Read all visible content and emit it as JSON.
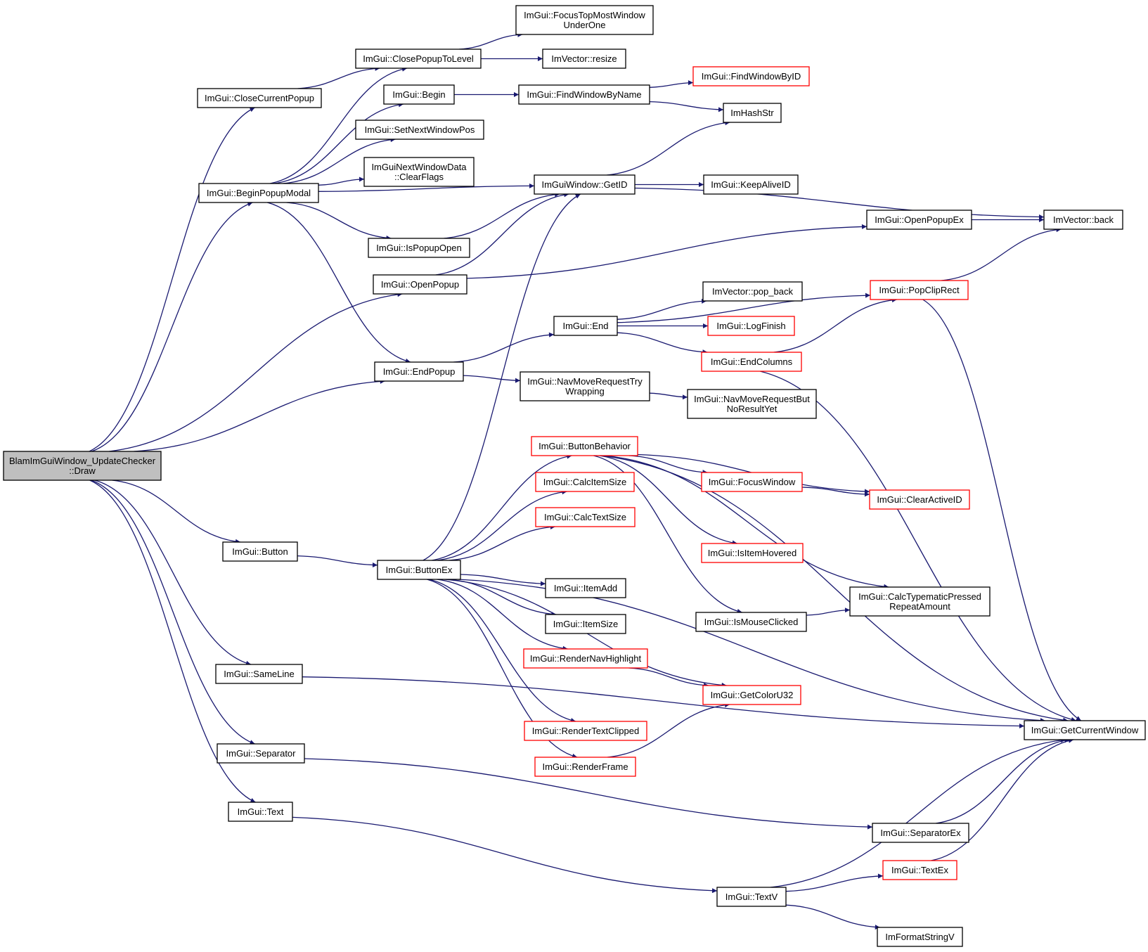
{
  "nodes": [
    {
      "id": "root",
      "lines": [
        "BlamImGuiWindow_UpdateChecker",
        "::Draw"
      ],
      "style": "root"
    },
    {
      "id": "closeCurrentPopup",
      "lines": [
        "ImGui::CloseCurrentPopup"
      ],
      "style": "normal"
    },
    {
      "id": "beginPopupModal",
      "lines": [
        "ImGui::BeginPopupModal"
      ],
      "style": "normal"
    },
    {
      "id": "openPopup",
      "lines": [
        "ImGui::OpenPopup"
      ],
      "style": "normal"
    },
    {
      "id": "endPopup",
      "lines": [
        "ImGui::EndPopup"
      ],
      "style": "normal"
    },
    {
      "id": "button",
      "lines": [
        "ImGui::Button"
      ],
      "style": "normal"
    },
    {
      "id": "sameLine",
      "lines": [
        "ImGui::SameLine"
      ],
      "style": "normal"
    },
    {
      "id": "separator",
      "lines": [
        "ImGui::Separator"
      ],
      "style": "normal"
    },
    {
      "id": "text",
      "lines": [
        "ImGui::Text"
      ],
      "style": "normal"
    },
    {
      "id": "closePopupToLevel",
      "lines": [
        "ImGui::ClosePopupToLevel"
      ],
      "style": "normal"
    },
    {
      "id": "focusTopMost",
      "lines": [
        "ImGui::FocusTopMostWindow",
        "UnderOne"
      ],
      "style": "normal"
    },
    {
      "id": "resize",
      "lines": [
        "ImVector::resize"
      ],
      "style": "normal"
    },
    {
      "id": "begin",
      "lines": [
        "ImGui::Begin"
      ],
      "style": "normal"
    },
    {
      "id": "findWindowByName",
      "lines": [
        "ImGui::FindWindowByName"
      ],
      "style": "normal"
    },
    {
      "id": "findWindowByID",
      "lines": [
        "ImGui::FindWindowByID"
      ],
      "style": "red"
    },
    {
      "id": "imHashStr",
      "lines": [
        "ImHashStr"
      ],
      "style": "normal"
    },
    {
      "id": "setNextWindowPos",
      "lines": [
        "ImGui::SetNextWindowPos"
      ],
      "style": "normal"
    },
    {
      "id": "clearFlags",
      "lines": [
        "ImGuiNextWindowData",
        "::ClearFlags"
      ],
      "style": "normal"
    },
    {
      "id": "getID",
      "lines": [
        "ImGuiWindow::GetID"
      ],
      "style": "normal"
    },
    {
      "id": "keepAliveID",
      "lines": [
        "ImGui::KeepAliveID"
      ],
      "style": "normal"
    },
    {
      "id": "vecBack",
      "lines": [
        "ImVector::back"
      ],
      "style": "normal"
    },
    {
      "id": "openPopupEx",
      "lines": [
        "ImGui::OpenPopupEx"
      ],
      "style": "normal"
    },
    {
      "id": "isPopupOpen",
      "lines": [
        "ImGui::IsPopupOpen"
      ],
      "style": "normal"
    },
    {
      "id": "popClipRect",
      "lines": [
        "ImGui::PopClipRect"
      ],
      "style": "red"
    },
    {
      "id": "end",
      "lines": [
        "ImGui::End"
      ],
      "style": "normal"
    },
    {
      "id": "popBack",
      "lines": [
        "ImVector::pop_back"
      ],
      "style": "normal"
    },
    {
      "id": "logFinish",
      "lines": [
        "ImGui::LogFinish"
      ],
      "style": "red"
    },
    {
      "id": "endColumns",
      "lines": [
        "ImGui::EndColumns"
      ],
      "style": "red"
    },
    {
      "id": "navMoveTryWrap",
      "lines": [
        "ImGui::NavMoveRequestTry",
        "Wrapping"
      ],
      "style": "normal"
    },
    {
      "id": "navMoveButNoResult",
      "lines": [
        "ImGui::NavMoveRequestBut",
        "NoResultYet"
      ],
      "style": "normal"
    },
    {
      "id": "buttonBehavior",
      "lines": [
        "ImGui::ButtonBehavior"
      ],
      "style": "red"
    },
    {
      "id": "calcItemSize",
      "lines": [
        "ImGui::CalcItemSize"
      ],
      "style": "red"
    },
    {
      "id": "calcTextSize",
      "lines": [
        "ImGui::CalcTextSize"
      ],
      "style": "red"
    },
    {
      "id": "focusWindow",
      "lines": [
        "ImGui::FocusWindow"
      ],
      "style": "red"
    },
    {
      "id": "clearActiveID",
      "lines": [
        "ImGui::ClearActiveID"
      ],
      "style": "red"
    },
    {
      "id": "isItemHovered",
      "lines": [
        "ImGui::IsItemHovered"
      ],
      "style": "red"
    },
    {
      "id": "buttonEx",
      "lines": [
        "ImGui::ButtonEx"
      ],
      "style": "normal"
    },
    {
      "id": "itemAdd",
      "lines": [
        "ImGui::ItemAdd"
      ],
      "style": "normal"
    },
    {
      "id": "itemSize",
      "lines": [
        "ImGui::ItemSize"
      ],
      "style": "normal"
    },
    {
      "id": "calcTypematic",
      "lines": [
        "ImGui::CalcTypematicPressed",
        "RepeatAmount"
      ],
      "style": "normal"
    },
    {
      "id": "isMouseClicked",
      "lines": [
        "ImGui::IsMouseClicked"
      ],
      "style": "normal"
    },
    {
      "id": "renderNavHighlight",
      "lines": [
        "ImGui::RenderNavHighlight"
      ],
      "style": "red"
    },
    {
      "id": "getColorU32",
      "lines": [
        "ImGui::GetColorU32"
      ],
      "style": "red"
    },
    {
      "id": "renderTextClipped",
      "lines": [
        "ImGui::RenderTextClipped"
      ],
      "style": "red"
    },
    {
      "id": "renderFrame",
      "lines": [
        "ImGui::RenderFrame"
      ],
      "style": "red"
    },
    {
      "id": "getCurrentWindow",
      "lines": [
        "ImGui::GetCurrentWindow"
      ],
      "style": "normal"
    },
    {
      "id": "separatorEx",
      "lines": [
        "ImGui::SeparatorEx"
      ],
      "style": "normal"
    },
    {
      "id": "textEx",
      "lines": [
        "ImGui::TextEx"
      ],
      "style": "red"
    },
    {
      "id": "textV",
      "lines": [
        "ImGui::TextV"
      ],
      "style": "normal"
    },
    {
      "id": "imFormatStringV",
      "lines": [
        "ImFormatStringV"
      ],
      "style": "normal"
    }
  ],
  "edges": [
    [
      "root",
      "closeCurrentPopup"
    ],
    [
      "root",
      "beginPopupModal"
    ],
    [
      "root",
      "openPopup"
    ],
    [
      "root",
      "endPopup"
    ],
    [
      "root",
      "button"
    ],
    [
      "root",
      "sameLine"
    ],
    [
      "root",
      "separator"
    ],
    [
      "root",
      "text"
    ],
    [
      "closeCurrentPopup",
      "closePopupToLevel"
    ],
    [
      "closePopupToLevel",
      "focusTopMost"
    ],
    [
      "closePopupToLevel",
      "resize"
    ],
    [
      "beginPopupModal",
      "closePopupToLevel"
    ],
    [
      "beginPopupModal",
      "begin"
    ],
    [
      "beginPopupModal",
      "setNextWindowPos"
    ],
    [
      "beginPopupModal",
      "clearFlags"
    ],
    [
      "beginPopupModal",
      "getID"
    ],
    [
      "beginPopupModal",
      "isPopupOpen"
    ],
    [
      "beginPopupModal",
      "endPopup"
    ],
    [
      "begin",
      "findWindowByName"
    ],
    [
      "findWindowByName",
      "findWindowByID"
    ],
    [
      "findWindowByName",
      "imHashStr"
    ],
    [
      "getID",
      "imHashStr"
    ],
    [
      "getID",
      "keepAliveID"
    ],
    [
      "getID",
      "vecBack"
    ],
    [
      "isPopupOpen",
      "getID"
    ],
    [
      "openPopup",
      "getID"
    ],
    [
      "openPopup",
      "openPopupEx"
    ],
    [
      "openPopupEx",
      "vecBack"
    ],
    [
      "endPopup",
      "end"
    ],
    [
      "endPopup",
      "navMoveTryWrap"
    ],
    [
      "end",
      "popBack"
    ],
    [
      "end",
      "logFinish"
    ],
    [
      "end",
      "endColumns"
    ],
    [
      "end",
      "popClipRect"
    ],
    [
      "endColumns",
      "popClipRect"
    ],
    [
      "endColumns",
      "getCurrentWindow"
    ],
    [
      "popClipRect",
      "vecBack"
    ],
    [
      "popClipRect",
      "getCurrentWindow"
    ],
    [
      "navMoveTryWrap",
      "navMoveButNoResult"
    ],
    [
      "button",
      "buttonEx"
    ],
    [
      "buttonEx",
      "getID"
    ],
    [
      "buttonEx",
      "buttonBehavior"
    ],
    [
      "buttonEx",
      "calcItemSize"
    ],
    [
      "buttonEx",
      "calcTextSize"
    ],
    [
      "buttonEx",
      "getCurrentWindow"
    ],
    [
      "buttonEx",
      "itemAdd"
    ],
    [
      "buttonEx",
      "itemSize"
    ],
    [
      "buttonEx",
      "renderNavHighlight"
    ],
    [
      "buttonEx",
      "getColorU32"
    ],
    [
      "buttonEx",
      "renderTextClipped"
    ],
    [
      "buttonEx",
      "renderFrame"
    ],
    [
      "buttonBehavior",
      "focusWindow"
    ],
    [
      "buttonBehavior",
      "clearActiveID"
    ],
    [
      "buttonBehavior",
      "isItemHovered"
    ],
    [
      "buttonBehavior",
      "calcTypematic"
    ],
    [
      "buttonBehavior",
      "isMouseClicked"
    ],
    [
      "buttonBehavior",
      "getCurrentWindow"
    ],
    [
      "focusWindow",
      "clearActiveID"
    ],
    [
      "isMouseClicked",
      "calcTypematic"
    ],
    [
      "renderNavHighlight",
      "getColorU32"
    ],
    [
      "renderFrame",
      "getColorU32"
    ],
    [
      "sameLine",
      "getCurrentWindow"
    ],
    [
      "separator",
      "separatorEx"
    ],
    [
      "separatorEx",
      "getCurrentWindow"
    ],
    [
      "text",
      "textV"
    ],
    [
      "textV",
      "textEx"
    ],
    [
      "textV",
      "imFormatStringV"
    ],
    [
      "textV",
      "getCurrentWindow"
    ],
    [
      "textEx",
      "getCurrentWindow"
    ]
  ]
}
